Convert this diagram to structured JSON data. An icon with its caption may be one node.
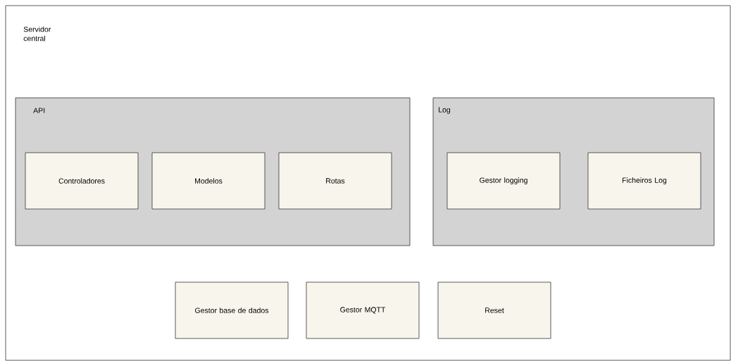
{
  "diagram": {
    "nodes": [
      {
        "text": [
          "Servidor central"
        ]
      },
      {
        "text": [
          "API"
        ],
        "in": 0
      },
      {
        "text": [
          "Controladores"
        ],
        "in": 1
      },
      {
        "text": [
          "Modelos"
        ],
        "in": 1
      },
      {
        "text": [
          "Rotas"
        ],
        "in": 1
      },
      {
        "text": [
          "Log"
        ],
        "in": 0
      },
      {
        "text": [
          "Gestor logging"
        ],
        "in": 5
      },
      {
        "text": [
          "Ficheiros Log"
        ],
        "in": 5
      },
      {
        "text": [
          "Gestor base de dados"
        ],
        "in": 0
      },
      {
        "text": [
          "Gestor MQTT"
        ],
        "in": 0
      },
      {
        "text": [
          "Reset"
        ],
        "in": 0
      }
    ]
  }
}
